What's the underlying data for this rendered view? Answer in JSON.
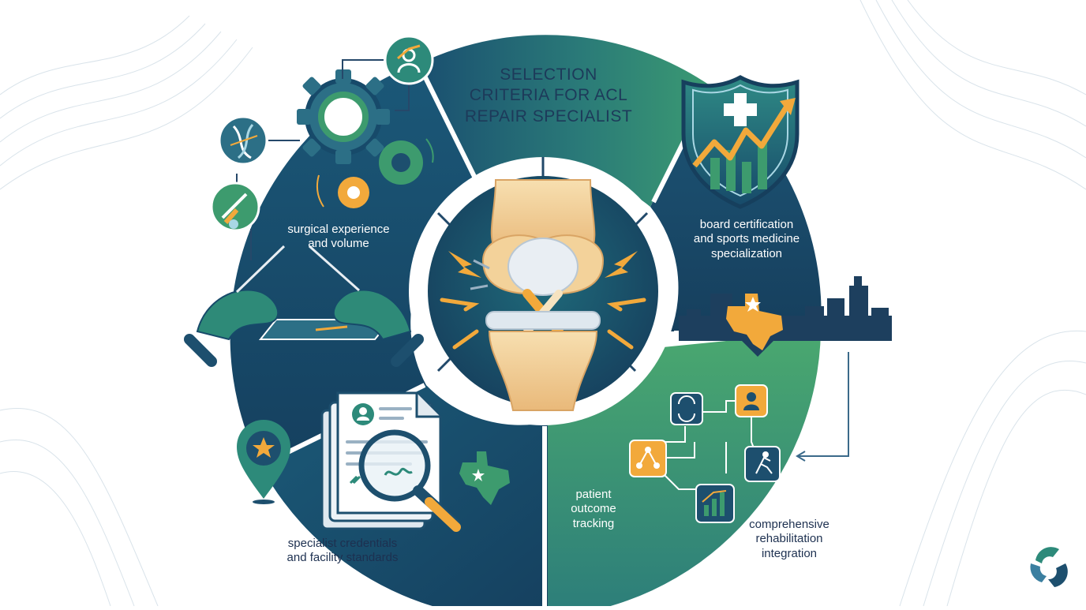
{
  "title": {
    "lines": [
      "SELECTION",
      "CRITERIA FOR ACL",
      "REPAIR SPECIALIST"
    ]
  },
  "segments": {
    "surgical": {
      "lines": [
        "surgical experience",
        "and volume"
      ]
    },
    "board": {
      "lines": [
        "board certification",
        "and sports medicine",
        "specialization"
      ]
    },
    "outcome": {
      "lines": [
        "patient",
        "outcome",
        "tracking"
      ]
    },
    "rehab": {
      "lines": [
        "comprehensive",
        "rehabilitation",
        "integration"
      ]
    },
    "credentials": {
      "lines": [
        "specialist credentials",
        "and facility standards"
      ]
    }
  },
  "icons": [
    "surgeon-growth-icon",
    "gear-icon",
    "ligament-icon",
    "surgical-tool-icon",
    "gloved-hands-scalpel-icon",
    "shield-cross-chart-icon",
    "city-skyline-icon",
    "texas-state-icon",
    "location-star-pin-icon",
    "credential-documents-icon",
    "magnifier-icon",
    "workflow-node-icon",
    "person-icon",
    "runner-icon",
    "bar-chart-growth-icon",
    "cycle-arrows-icon",
    "brand-logo-icon",
    "knee-joint-icon"
  ],
  "colors": {
    "navy": "#16476b",
    "teal": "#2d8a7a",
    "green": "#3d9b6e",
    "amber": "#f2a93b",
    "light_ring": "#ffffff"
  }
}
